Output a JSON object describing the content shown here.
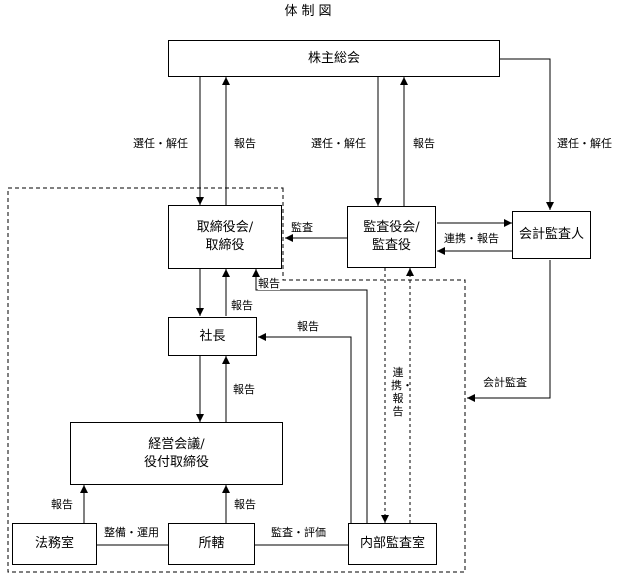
{
  "title": "体制図",
  "boxes": {
    "shareholders": "株主総会",
    "board_line1": "取締役会/",
    "board_line2": "取締役",
    "auditors_line1": "監査役会/",
    "auditors_line2": "監査役",
    "accounting_auditor": "会計監査人",
    "president": "社長",
    "mgmt_line1": "経営会議/",
    "mgmt_line2": "役付取締役",
    "legal": "法務室",
    "departments": "所轄",
    "internal_audit": "内部監査室"
  },
  "labels": {
    "elect_dismiss_board": "選任・解任",
    "report_board": "報告",
    "elect_dismiss_auditors": "選任・解任",
    "report_auditors": "報告",
    "elect_dismiss_accounting": "選任・解任",
    "audit": "監査",
    "coordination_report": "連携・報告",
    "report_internal_to_board": "報告",
    "report_president_to_board": "報告",
    "report_internal_to_president": "報告",
    "report_mgmt_to_president": "報告",
    "accounting_audit": "会計監査",
    "coordination_report_vertical": "連携・報告",
    "report_legal": "報告",
    "report_departments": "報告",
    "maintain_operate": "整備・運用",
    "audit_evaluate": "監査・評価"
  }
}
